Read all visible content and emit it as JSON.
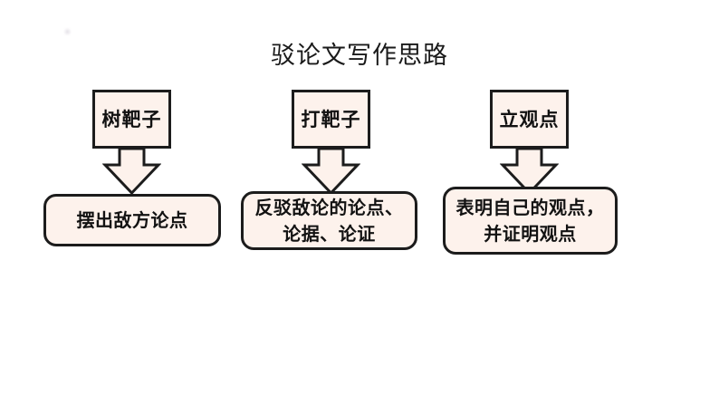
{
  "page": {
    "title": "驳论文写作思路",
    "background_color": "#ffffff",
    "box_fill_color": "#fdf2ec",
    "box_border_color": "#1c1c1c",
    "text_color": "#121212"
  },
  "diagram": {
    "type": "flow",
    "orientation": "three parallel top-to-bottom flows",
    "columns": [
      {
        "id": "column-1",
        "step_label": "树靶子",
        "arrow": "down-block-arrow",
        "outcome": "摆出敌方论点"
      },
      {
        "id": "column-2",
        "step_label": "打靶子",
        "arrow": "down-block-arrow",
        "outcome": "反驳敌论的论点、\n论据、论证"
      },
      {
        "id": "column-3",
        "step_label": "立观点",
        "arrow": "down-block-arrow",
        "outcome": "表明自己的观点，\n并证明观点"
      }
    ]
  }
}
